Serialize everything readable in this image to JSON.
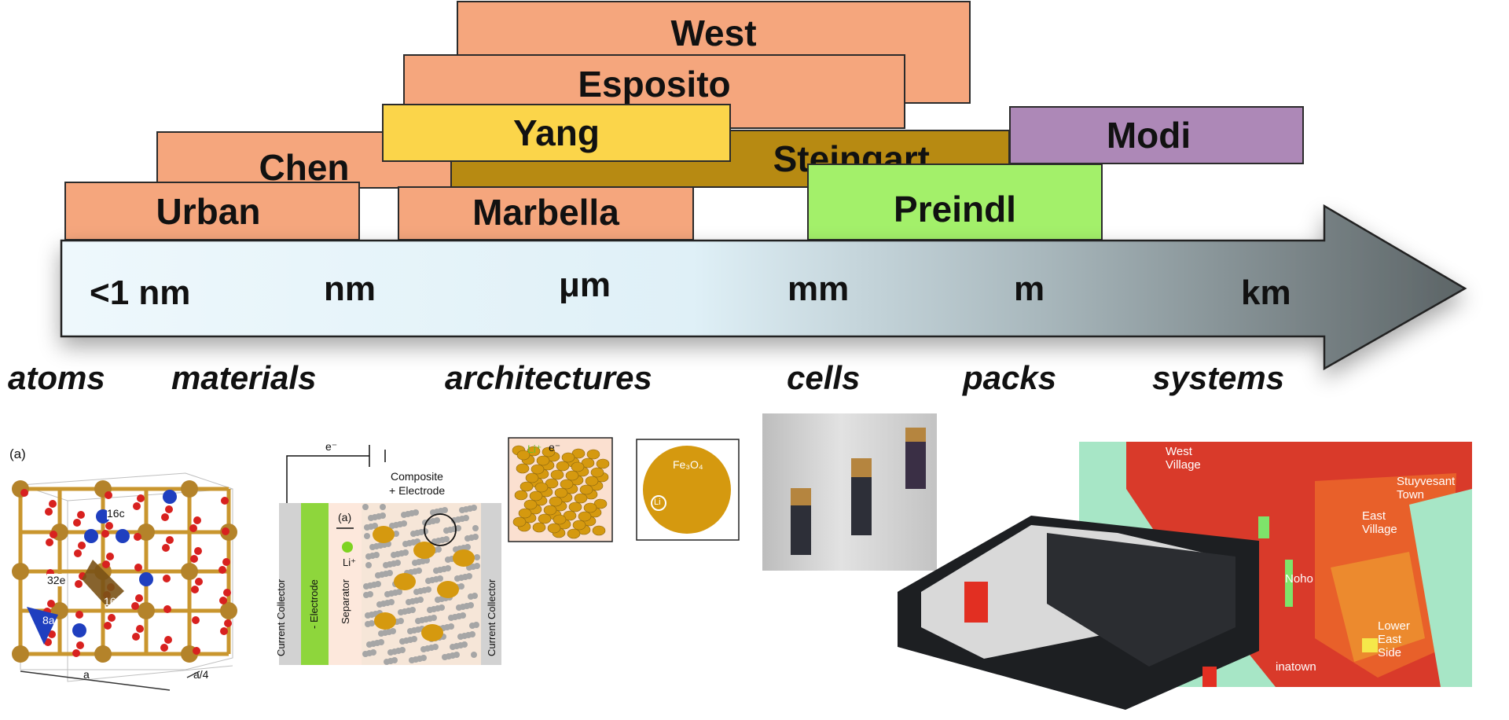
{
  "colors": {
    "salmon": "#f5a67d",
    "yellow": "#fbd54a",
    "olive": "#b78a12",
    "purple": "#ad88b7",
    "green": "#a3f06a",
    "arrow_left": "#e9f6fb",
    "arrow_right": "#5f6769",
    "gold_atom": "#b4832a",
    "red_atom": "#d8211f",
    "blue_atom": "#1f3fbf"
  },
  "groups": {
    "west": "West",
    "esposito": "Esposito",
    "yang": "Yang",
    "steingart": "Steingart",
    "chen": "Chen",
    "urban": "Urban",
    "marbella": "Marbella",
    "modi": "Modi",
    "preindl": "Preindl"
  },
  "units": [
    "<1 nm",
    "nm",
    "μm",
    "mm",
    "m",
    "km"
  ],
  "scales": [
    "atoms",
    "materials",
    "architectures",
    "cells",
    "packs",
    "systems"
  ],
  "crystal": {
    "panel_label": "(a)",
    "site_16c": "16c",
    "site_32e": "32e",
    "site_16d": "16d",
    "site_8a": "8a",
    "axis_a": "a",
    "axis_a4": "a/4"
  },
  "cell_diagram": {
    "electron": "e⁻",
    "composite_line1": "Composite",
    "composite_line2": "+ Electrode",
    "panel_label": "(a)",
    "li_ion": "Li⁺",
    "current_collector_left": "Current Collector",
    "neg_electrode": "- Electrode",
    "separator": "Separator",
    "current_collector_right": "Current Collector",
    "zoom_li": "Li⁺",
    "zoom_e": "e⁻",
    "particle_label": "Fe₃O₄",
    "particle_li": "Li"
  },
  "map": {
    "west_village": "West Village",
    "stuyvesant_town": "Stuyvesant Town",
    "east_village": "East Village",
    "noho": "Noho",
    "lower_east_side": "Lower East Side",
    "chinatown": "inatown"
  }
}
